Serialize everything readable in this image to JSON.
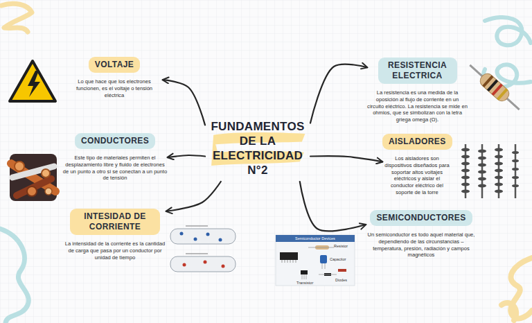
{
  "diagram": {
    "nodes": [
      {
        "text": [
          "FUNDAMENTOS DE LA ELECTRICIDAD N°2"
        ]
      },
      {
        "text": [
          "VOLTAJE",
          "Lo que hace que los electrones funcionen, es el voltaje o tensión eléctrica"
        ]
      },
      {
        "text": [
          "CONDUCTORES",
          "Este tipo de materiales permiten el desplazamiento libre y fluido de electrones de un punto a otro si se conectan a un punto de tensión"
        ]
      },
      {
        "text": [
          "INTESIDAD DE CORRIENTE",
          "La intensidad de la corriente es la cantidad de carga que pasa por un conductor por unidad de tiempo"
        ]
      },
      {
        "text": [
          "RESISTENCIA ELECTRICA",
          "La resistencia es una medida de la oposición al flujo de corriente en un circuito eléctrico. La resistencia se mide en ohmios, que se simbolizan con la letra griega omega (Ω)."
        ]
      },
      {
        "text": [
          "AISLADORES",
          "Los aisladores son dispositivos diseñados para soportar altos voltajes eléctricos y aislar el conductor eléctrico del soporte de la torre"
        ]
      },
      {
        "text": [
          "SEMICONDUCTORES",
          "Un semiconductor es todo aquel material que, dependiendo de las circunstancias –temperatura, presión, radiación y campos magnéticos"
        ]
      }
    ],
    "edges": [
      {
        "from": 0,
        "to": 1,
        "arrow": "to"
      },
      {
        "from": 0,
        "to": 2,
        "arrow": "to"
      },
      {
        "from": 0,
        "to": 3,
        "arrow": "to"
      },
      {
        "from": 0,
        "to": 4,
        "arrow": "to"
      },
      {
        "from": 0,
        "to": 5,
        "arrow": "to"
      },
      {
        "from": 0,
        "to": 6,
        "arrow": "to"
      }
    ],
    "labels": [
      "Semiconductor Devices",
      "Resistor",
      "Capacitor",
      "Transistor",
      "Diodes"
    ]
  }
}
